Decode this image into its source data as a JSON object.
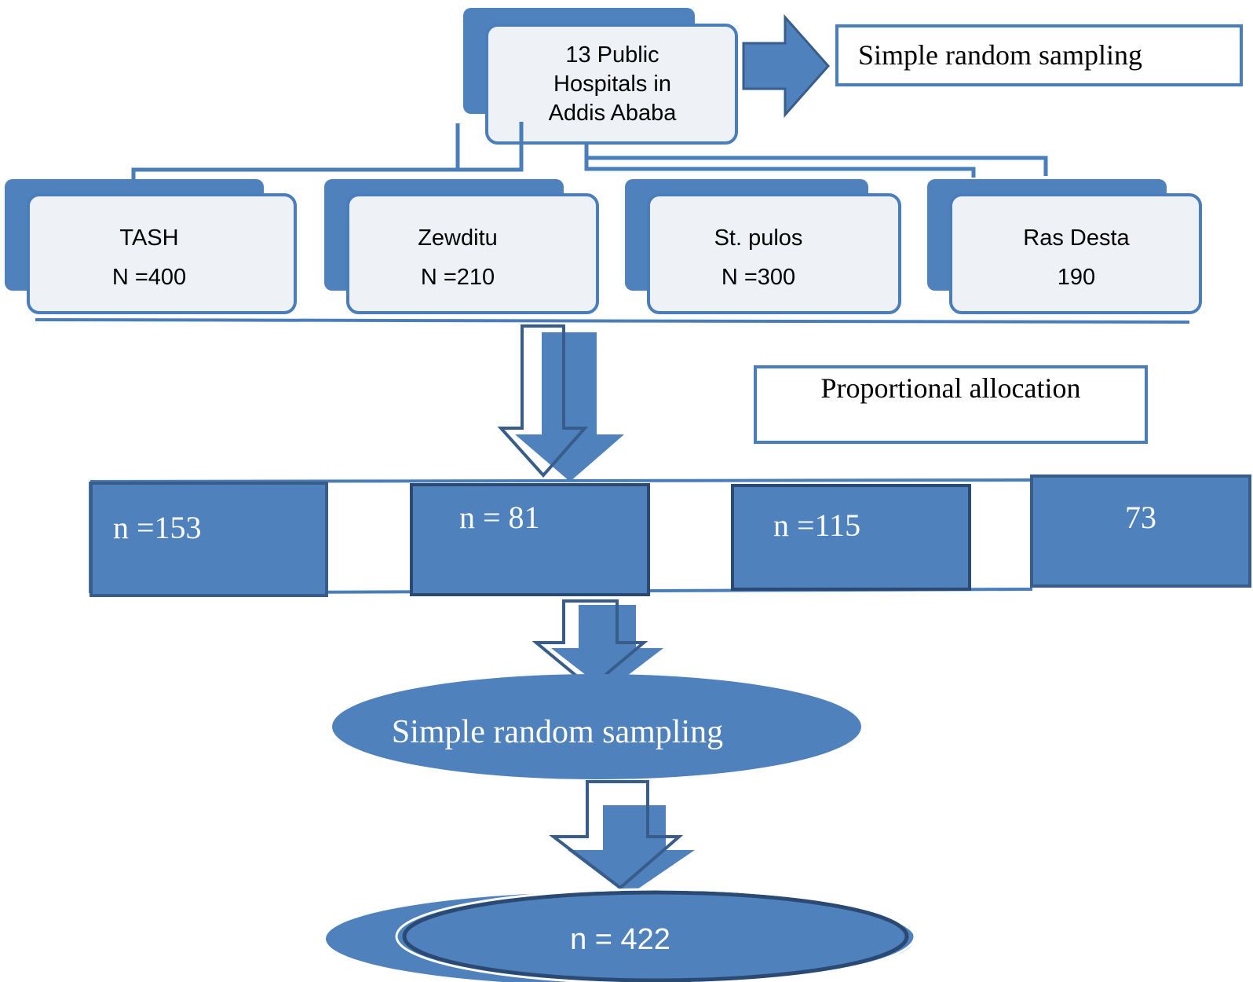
{
  "top_box": {
    "lines": [
      "13 Public",
      "Hospitals in",
      "Addis Ababa"
    ]
  },
  "top_right_label": "Simple random sampling",
  "hospitals": [
    {
      "name": "TASH",
      "count": "N =400"
    },
    {
      "name": "Zewditu",
      "count": "N =210"
    },
    {
      "name": "St. pulos",
      "count": "N =300"
    },
    {
      "name": "Ras Desta",
      "count": "190"
    }
  ],
  "allocation_label": "Proportional allocation",
  "samples": [
    "n =153",
    "n = 81",
    "n =115",
    "73"
  ],
  "sampling_ellipse_label": "Simple random sampling",
  "total_label": "n = 422",
  "colors": {
    "primary": "#4f81bd",
    "dark": "#385d8a",
    "border": "#4a7ebb",
    "light_fill": "#eef2f7",
    "text_dark": "#000000",
    "text_light": "#ffffff"
  }
}
